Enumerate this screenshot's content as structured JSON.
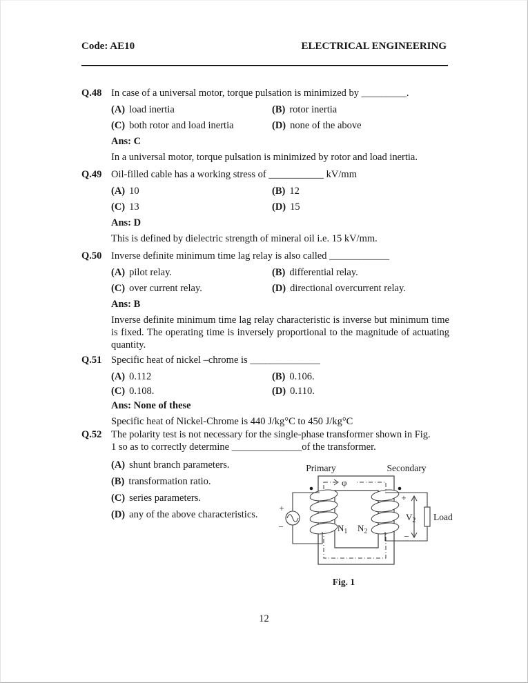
{
  "header": {
    "code": "Code: AE10",
    "title": "ELECTRICAL ENGINEERING"
  },
  "questions": [
    {
      "number": "Q.48",
      "text": "In case of a universal motor, torque pulsation is minimized by _________.",
      "options": [
        {
          "label": "(A)",
          "text": "load inertia"
        },
        {
          "label": "(B)",
          "text": "rotor inertia"
        },
        {
          "label": "(C)",
          "text": "both rotor and load inertia"
        },
        {
          "label": "(D)",
          "text": "none of the above"
        }
      ],
      "answer": "Ans: C",
      "explanation": "In a universal motor, torque pulsation is minimized by rotor and load inertia."
    },
    {
      "number": "Q.49",
      "text": "Oil-filled cable has a working stress of ___________ kV/mm",
      "options": [
        {
          "label": "(A)",
          "text": "10"
        },
        {
          "label": "(B)",
          "text": "12"
        },
        {
          "label": "(C)",
          "text": "13"
        },
        {
          "label": "(D)",
          "text": "15"
        }
      ],
      "answer": "Ans: D",
      "explanation": "This is defined by dielectric strength of mineral oil i.e. 15 kV/mm."
    },
    {
      "number": "Q.50",
      "text": "Inverse definite minimum time lag relay is also called ____________",
      "options": [
        {
          "label": "(A)",
          "text": "pilot relay."
        },
        {
          "label": "(B)",
          "text": "differential relay."
        },
        {
          "label": "(C)",
          "text": "over current relay."
        },
        {
          "label": "(D)",
          "text": "directional overcurrent relay."
        }
      ],
      "answer": "Ans: B",
      "explanation": "Inverse definite minimum time lag relay characteristic is inverse but minimum time is fixed. The operating time is inversely proportional to the magnitude of actuating quantity."
    },
    {
      "number": "Q.51",
      "text": "Specific heat of nickel –chrome is ______________",
      "options": [
        {
          "label": "(A)",
          "text": "0.112"
        },
        {
          "label": "(B)",
          "text": "0.106."
        },
        {
          "label": "(C)",
          "text": "0.108."
        },
        {
          "label": "(D)",
          "text": "0.110."
        }
      ],
      "answer": "Ans: None of these",
      "explanation": "Specific heat of Nickel-Chrome is 440 J/kg°C to 450 J/kg°C"
    },
    {
      "number": "Q.52",
      "text": "The polarity test is not necessary for the single-phase transformer shown in Fig. 1 so as to correctly determine ______________of the transformer.",
      "options": [
        {
          "label": "(A)",
          "text": "shunt branch parameters."
        },
        {
          "label": "(B)",
          "text": "transformation ratio."
        },
        {
          "label": "(C)",
          "text": "series parameters."
        },
        {
          "label": "(D)",
          "text": "any of the above characteristics."
        }
      ]
    }
  ],
  "figure": {
    "primary_label": "Primary",
    "secondary_label": "Secondary",
    "flux_symbol": "φ",
    "n1_base": "N",
    "n1_sub": "1",
    "n2_base": "N",
    "n2_sub": "2",
    "v2_base": "V",
    "v2_sub": "2",
    "load_label": "Load",
    "plus": "+",
    "minus": "−",
    "caption": "Fig. 1"
  },
  "footer": {
    "page_number": "12"
  }
}
